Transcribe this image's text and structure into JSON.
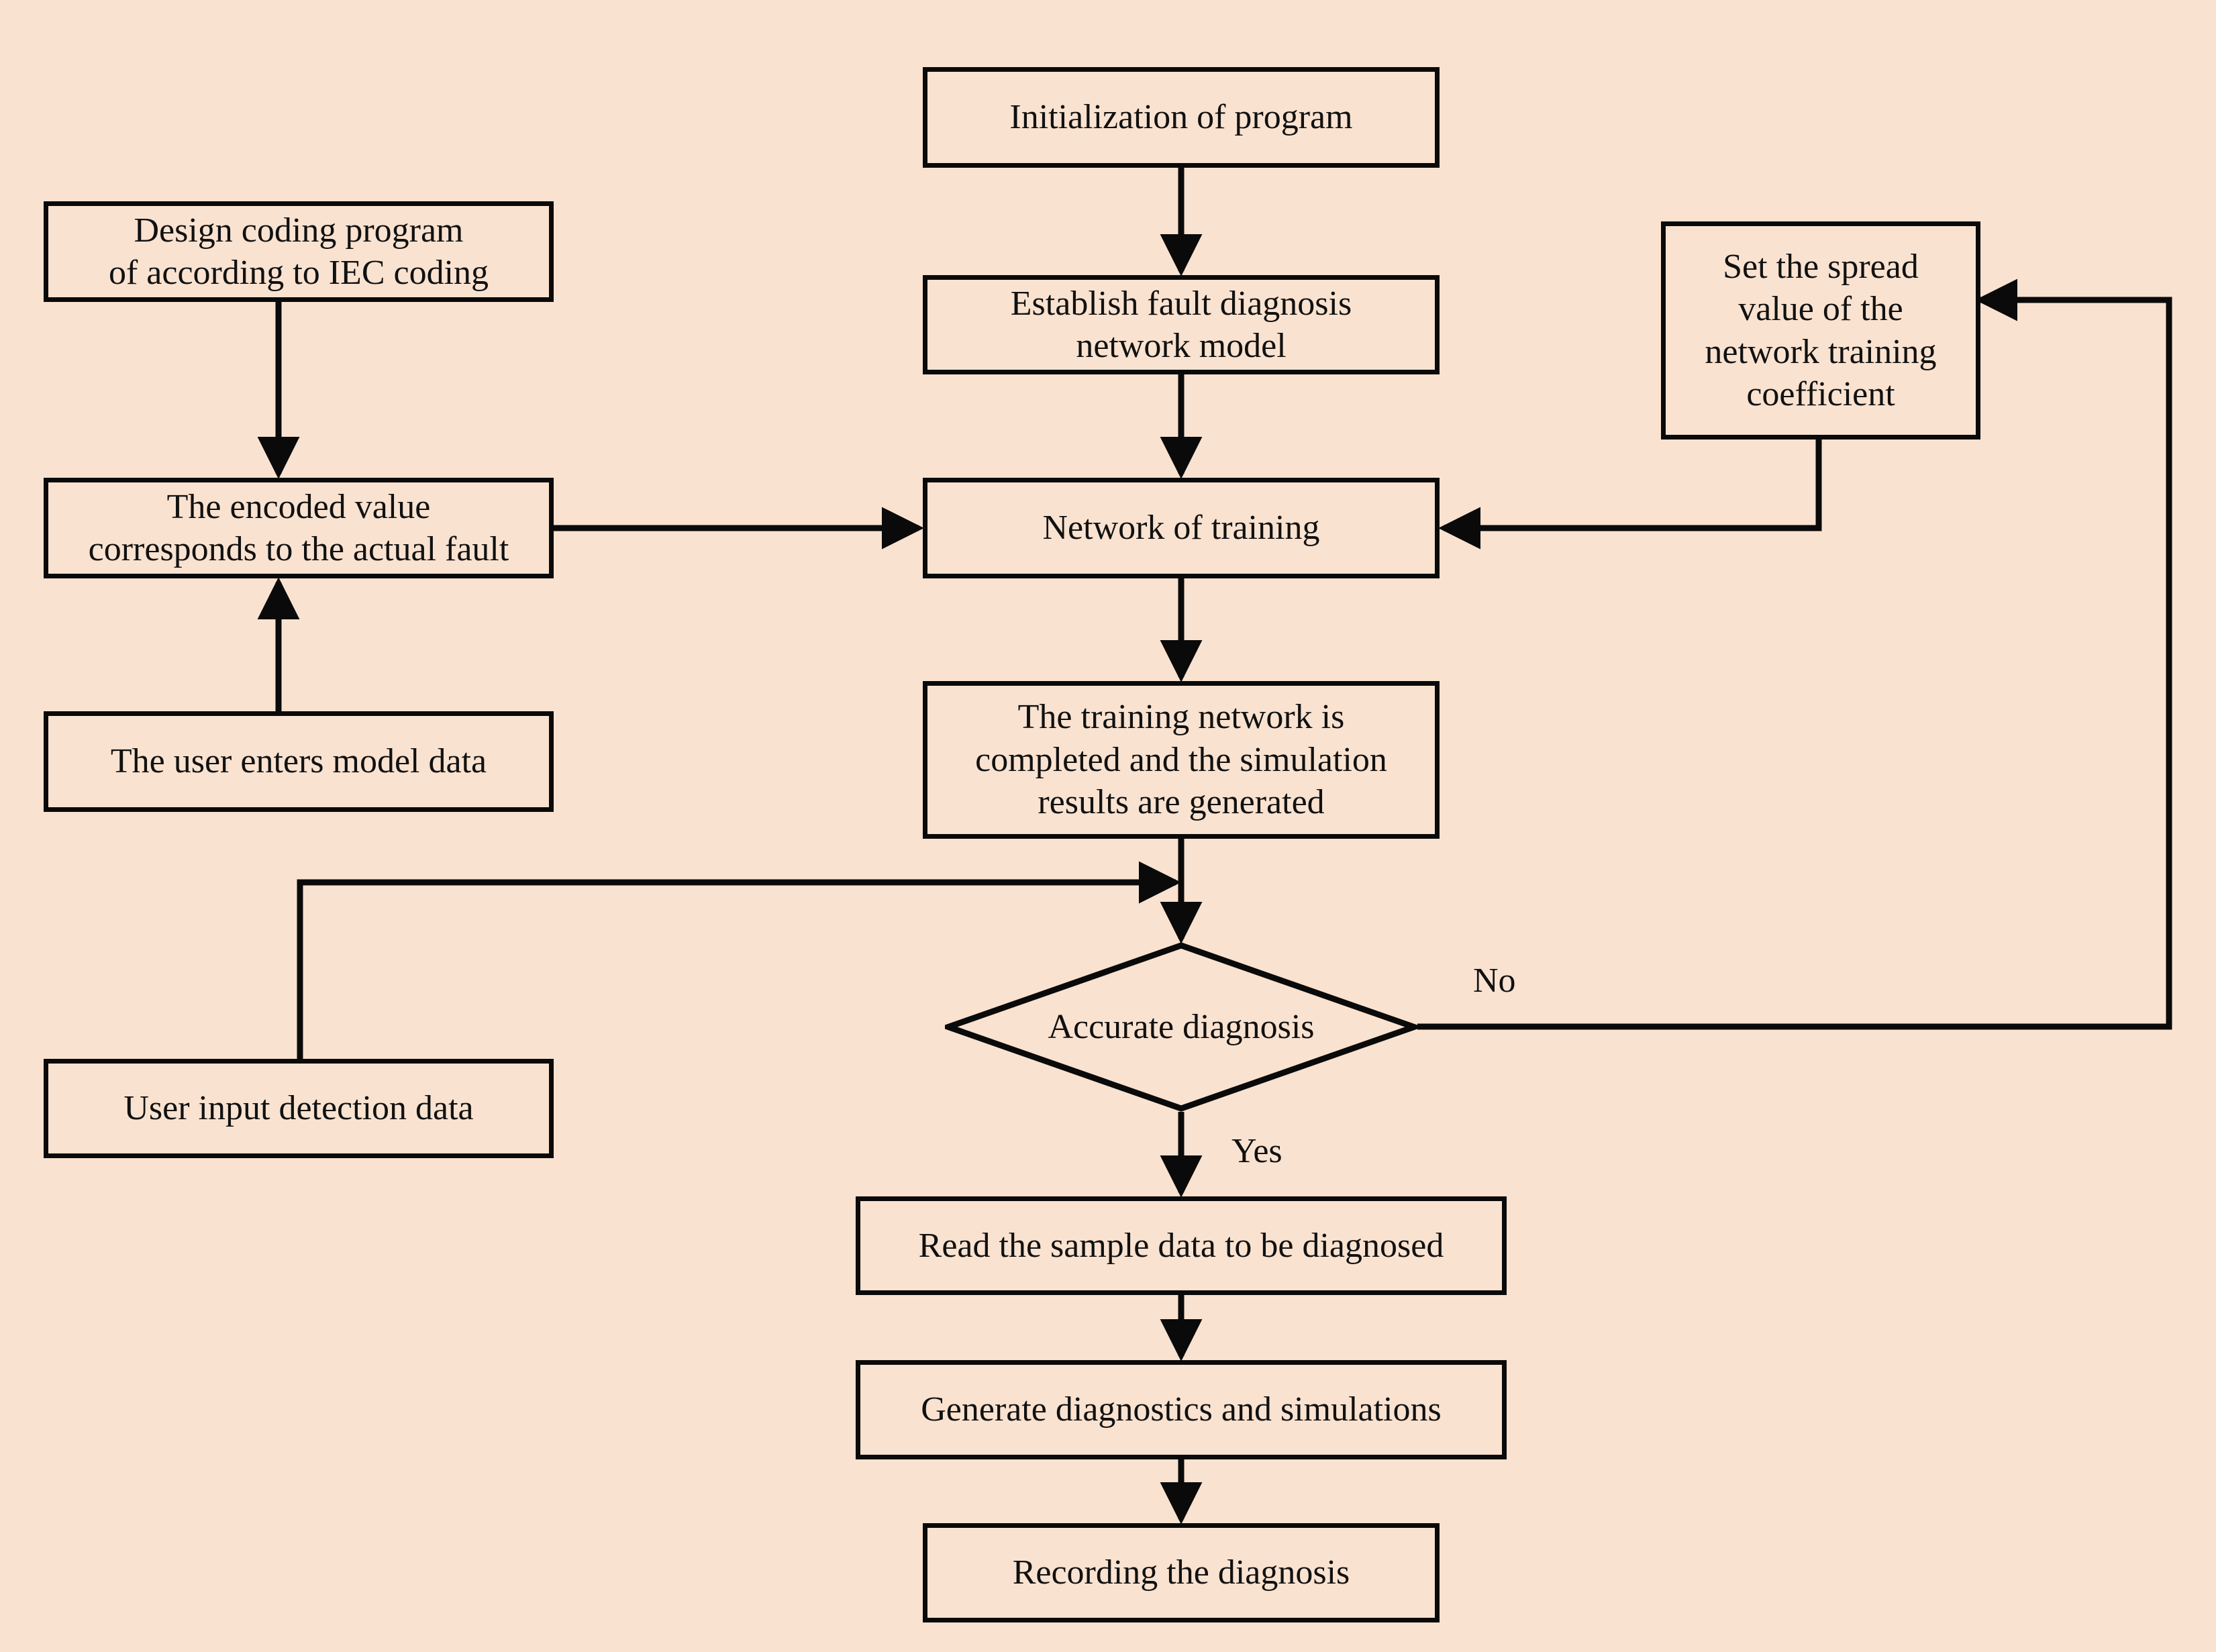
{
  "diagram": {
    "title": "Fault diagnosis network training and diagnosis flowchart",
    "background_color": "#f9e2d0",
    "line_color": "#0a0a0a",
    "text_color": "#111111",
    "nodes": [
      {
        "id": "init",
        "shape": "process",
        "label": "Initialization of program"
      },
      {
        "id": "design_coding",
        "shape": "process",
        "label": "Design coding program\nof according to IEC coding"
      },
      {
        "id": "establish",
        "shape": "process",
        "label": "Establish fault diagnosis\nnetwork model"
      },
      {
        "id": "set_spread",
        "shape": "process",
        "label": "Set the spread\nvalue of the\nnetwork training\ncoefficient"
      },
      {
        "id": "encoded_value",
        "shape": "process",
        "label": "The encoded value\ncorresponds to the actual fault"
      },
      {
        "id": "network_training",
        "shape": "process",
        "label": "Network of training"
      },
      {
        "id": "user_model_data",
        "shape": "process",
        "label": "The user enters model data"
      },
      {
        "id": "training_done",
        "shape": "process",
        "label": "The training network is\ncompleted and the simulation\nresults are generated"
      },
      {
        "id": "user_detection",
        "shape": "process",
        "label": "User input detection data"
      },
      {
        "id": "accurate",
        "shape": "decision",
        "label": "Accurate diagnosis"
      },
      {
        "id": "read_sample",
        "shape": "process",
        "label": "Read the sample data to be diagnosed"
      },
      {
        "id": "generate_diag",
        "shape": "process",
        "label": "Generate diagnostics and simulations"
      },
      {
        "id": "recording",
        "shape": "process",
        "label": "Recording the diagnosis"
      }
    ],
    "edge_labels": {
      "no": "No",
      "yes": "Yes"
    },
    "edges": [
      {
        "from": "init",
        "to": "establish",
        "label": ""
      },
      {
        "from": "establish",
        "to": "network_training",
        "label": ""
      },
      {
        "from": "design_coding",
        "to": "encoded_value",
        "label": ""
      },
      {
        "from": "user_model_data",
        "to": "encoded_value",
        "label": ""
      },
      {
        "from": "encoded_value",
        "to": "network_training",
        "label": ""
      },
      {
        "from": "set_spread",
        "to": "network_training",
        "label": ""
      },
      {
        "from": "network_training",
        "to": "training_done",
        "label": ""
      },
      {
        "from": "training_done",
        "to": "accurate",
        "label": ""
      },
      {
        "from": "user_detection",
        "to": "accurate",
        "label": ""
      },
      {
        "from": "accurate",
        "to": "set_spread",
        "label": "No"
      },
      {
        "from": "accurate",
        "to": "read_sample",
        "label": "Yes"
      },
      {
        "from": "read_sample",
        "to": "generate_diag",
        "label": ""
      },
      {
        "from": "generate_diag",
        "to": "recording",
        "label": ""
      }
    ]
  }
}
